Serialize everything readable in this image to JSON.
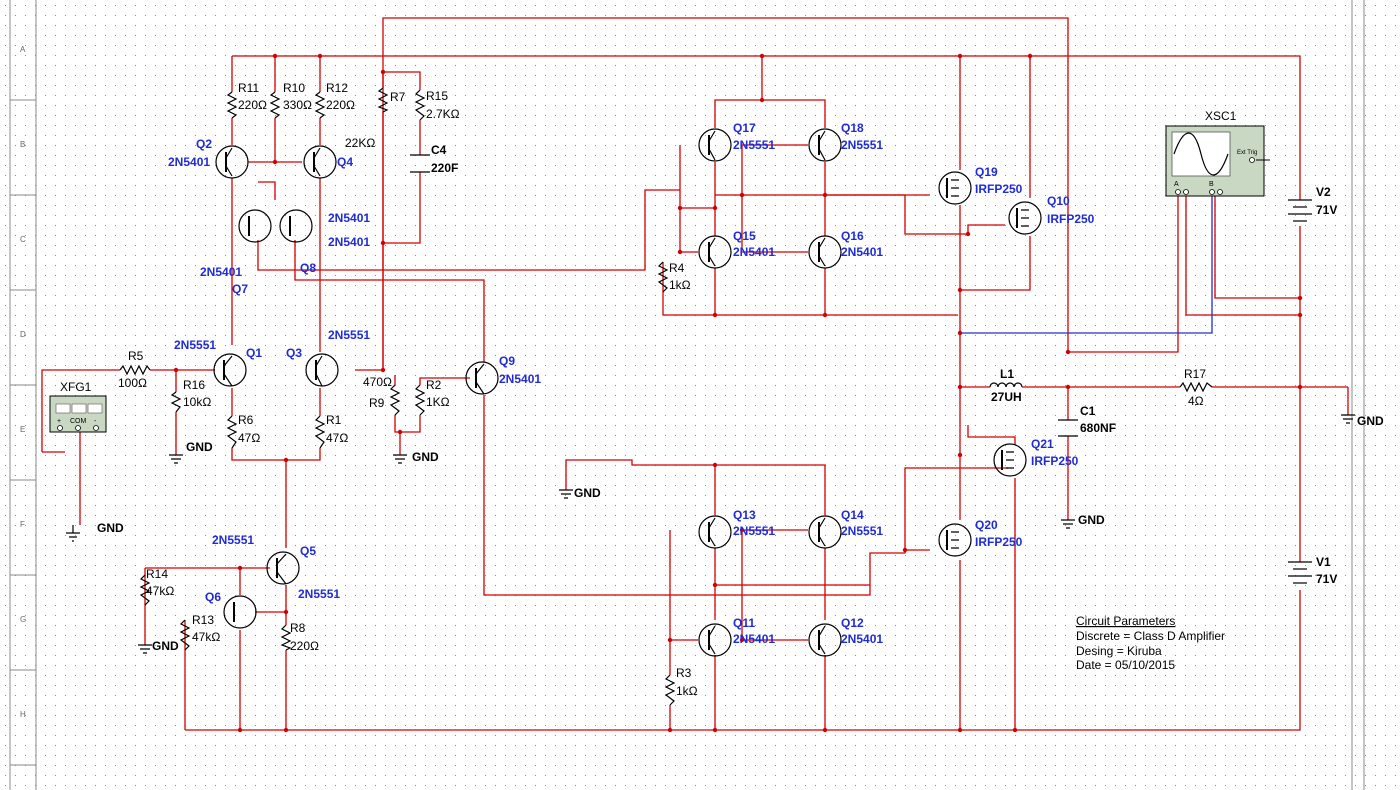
{
  "border": {
    "rows": [
      "A",
      "B",
      "C",
      "D",
      "E",
      "F",
      "G",
      "H"
    ]
  },
  "resistors": [
    {
      "ref": "R11",
      "value": "220Ω"
    },
    {
      "ref": "R10",
      "value": "330Ω"
    },
    {
      "ref": "R12",
      "value": "220Ω"
    },
    {
      "ref": "R7",
      "value": "22KΩ"
    },
    {
      "ref": "R15",
      "value": "2.7KΩ"
    },
    {
      "ref": "R4",
      "value": "1kΩ"
    },
    {
      "ref": "R5",
      "value": "100Ω"
    },
    {
      "ref": "R16",
      "value": "10kΩ"
    },
    {
      "ref": "R6",
      "value": "47Ω"
    },
    {
      "ref": "R1",
      "value": "47Ω"
    },
    {
      "ref": "R9",
      "value": "470Ω"
    },
    {
      "ref": "R2",
      "value": "1KΩ"
    },
    {
      "ref": "R14",
      "value": "47kΩ"
    },
    {
      "ref": "R13",
      "value": "47kΩ"
    },
    {
      "ref": "R8",
      "value": "220Ω"
    },
    {
      "ref": "R3",
      "value": "1kΩ"
    },
    {
      "ref": "R17",
      "value": "4Ω"
    }
  ],
  "transistors": [
    {
      "ref": "Q2",
      "model": "2N5401"
    },
    {
      "ref": "Q4",
      "model": "2N5401"
    },
    {
      "ref": "Q7",
      "model": "2N5401"
    },
    {
      "ref": "Q8",
      "model": "2N5401"
    },
    {
      "ref": "Q1",
      "model": "2N5551"
    },
    {
      "ref": "Q3",
      "model": "2N5551"
    },
    {
      "ref": "Q9",
      "model": "2N5401"
    },
    {
      "ref": "Q5",
      "model": "2N5551"
    },
    {
      "ref": "Q6",
      "model": ""
    },
    {
      "ref": "Q17",
      "model": "2N5551"
    },
    {
      "ref": "Q18",
      "model": "2N5551"
    },
    {
      "ref": "Q15",
      "model": "2N5401"
    },
    {
      "ref": "Q16",
      "model": "2N5401"
    },
    {
      "ref": "Q13",
      "model": "2N5551"
    },
    {
      "ref": "Q14",
      "model": "2N5551"
    },
    {
      "ref": "Q11",
      "model": "2N5401"
    },
    {
      "ref": "Q12",
      "model": "2N5401"
    },
    {
      "ref": "Q19",
      "model": "IRFP250"
    },
    {
      "ref": "Q10",
      "model": "IRFP250"
    },
    {
      "ref": "Q21",
      "model": "IRFP250"
    },
    {
      "ref": "Q20",
      "model": "IRFP250"
    }
  ],
  "capacitors": [
    {
      "ref": "C4",
      "value": "220F"
    },
    {
      "ref": "C1",
      "value": "680NF"
    }
  ],
  "inductor": {
    "ref": "L1",
    "value": "27UH"
  },
  "supplies": [
    {
      "ref": "V2",
      "value": "71V"
    },
    {
      "ref": "V1",
      "value": "71V"
    }
  ],
  "gnd_label": "GND",
  "function_generator": {
    "ref": "XFG1",
    "terminals": [
      "+",
      "COM",
      "-"
    ]
  },
  "oscilloscope": {
    "ref": "XSC1",
    "channels": [
      "A",
      "B"
    ],
    "trigger": "Ext Trig"
  },
  "notes": {
    "title": "Circuit Parameters",
    "lines": [
      "Discrete = Class D Amplifier",
      "Desing = Kiruba",
      "Date = 05/10/2015"
    ]
  }
}
